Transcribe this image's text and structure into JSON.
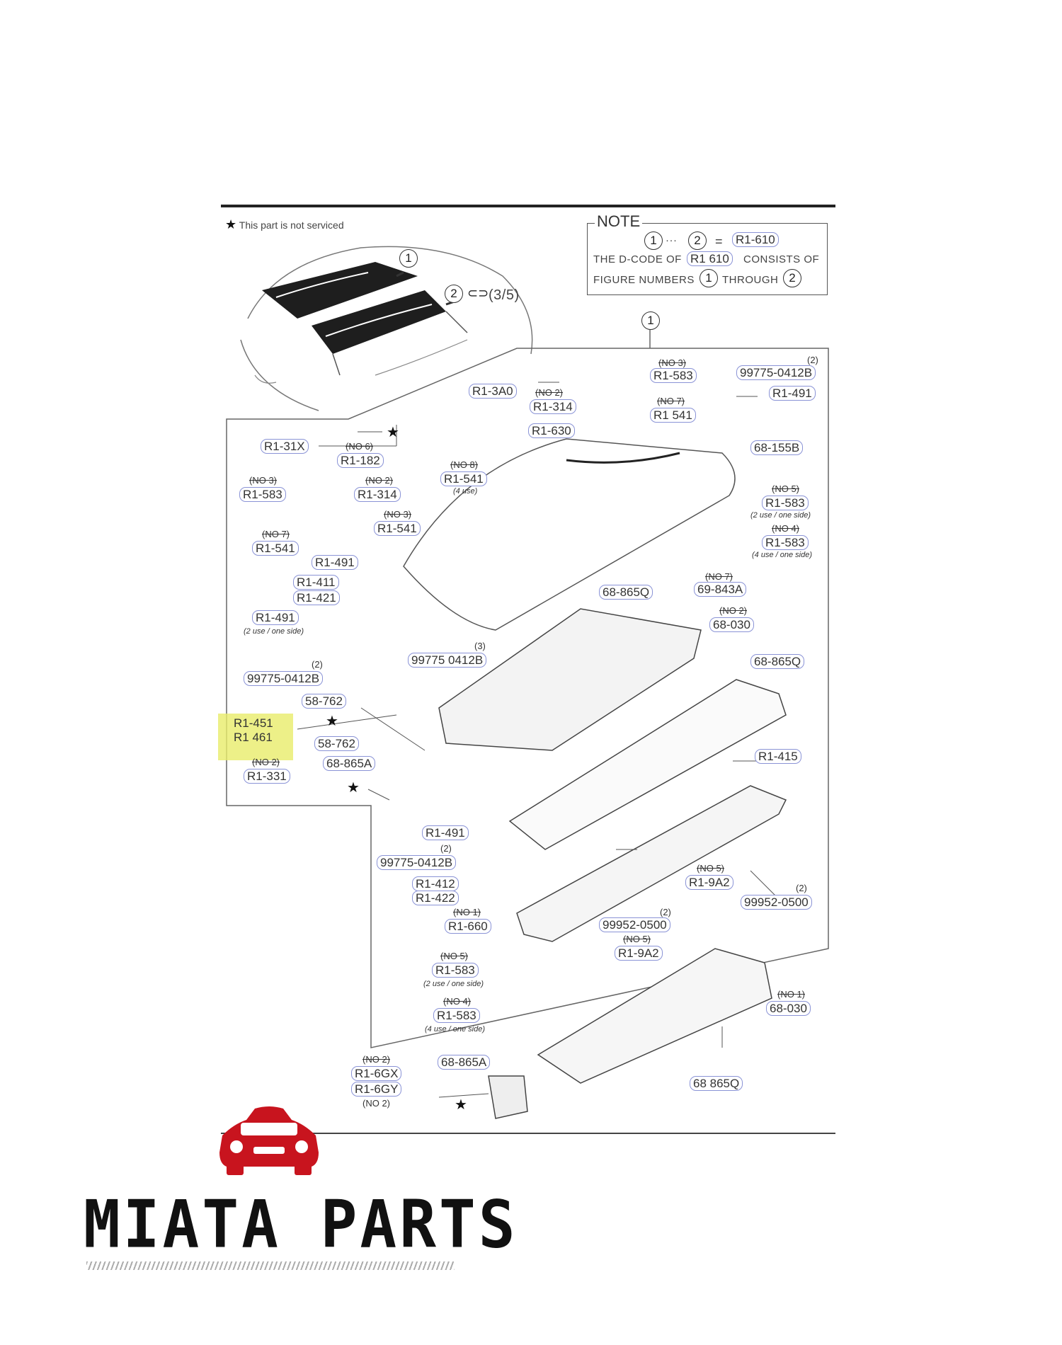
{
  "legend": {
    "star_symbol": "★",
    "star_text": "This part is not serviced"
  },
  "note": {
    "title": "NOTE",
    "line1_a": "1",
    "line1_dots": "···",
    "line1_b": "2",
    "line1_eq": "=",
    "line1_code": "R1-610",
    "line2_pre": "THE D-CODE OF",
    "line2_code": "R1 610",
    "line2_post": "CONSISTS OF",
    "line3_pre": "FIGURE NUMBERS",
    "line3_a": "1",
    "line3_mid": "THROUGH",
    "line3_b": "2"
  },
  "overview": {
    "callout1": "1",
    "callout2": "2",
    "callout2_ref": "(3/5)"
  },
  "main_callout": "1",
  "labels": [
    {
      "text": "R1-583",
      "sub": "(NO 3)"
    },
    {
      "text": "99775-0412B",
      "sub": "(2)"
    },
    {
      "text": "R1-491"
    },
    {
      "text": "R1-3A0"
    },
    {
      "text": "R1-314",
      "sub": "(NO 2)"
    },
    {
      "text": "R1 541",
      "sub": "(NO 7)"
    },
    {
      "text": "68-155B"
    },
    {
      "text": "R1-630"
    },
    {
      "text": "R1-31X"
    },
    {
      "text": "R1-182",
      "sub": "(NO 6)"
    },
    {
      "text": "R1-541",
      "sub": "(NO 8)",
      "note": "(4 use)"
    },
    {
      "text": "R1-583",
      "sub": "(NO 3)"
    },
    {
      "text": "R1-314",
      "sub": "(NO 2)"
    },
    {
      "text": "R1-541",
      "sub": "(NO 3)"
    },
    {
      "text": "R1-583",
      "sub": "(NO 5)",
      "note": "(2 use / one side)"
    },
    {
      "text": "R1-583",
      "sub": "(NO 4)",
      "note": "(4 use / one side)"
    },
    {
      "text": "R1-541",
      "sub": "(NO 7)"
    },
    {
      "text": "R1-491"
    },
    {
      "text": "69-843A",
      "sub": "(NO 7)"
    },
    {
      "text": "R1-411"
    },
    {
      "text": "R1-421"
    },
    {
      "text": "68-865Q"
    },
    {
      "text": "R1-491",
      "note": "(2 use / one side)"
    },
    {
      "text": "68-030",
      "sub": "(NO 2)"
    },
    {
      "text": "99775 0412B",
      "sub": "(3)"
    },
    {
      "text": "68-865Q"
    },
    {
      "text": "99775-0412B",
      "sub": "(2)"
    },
    {
      "text": "58-762"
    },
    {
      "text": "R1-451"
    },
    {
      "text": "R1 461"
    },
    {
      "text": "58-762"
    },
    {
      "text": "R1-415"
    },
    {
      "text": "R1-331",
      "sub": "(NO 2)"
    },
    {
      "text": "68-865A"
    },
    {
      "text": "R1-491"
    },
    {
      "text": "99775-0412B",
      "sub": "(2)"
    },
    {
      "text": "R1-412"
    },
    {
      "text": "R1-422"
    },
    {
      "text": "R1-9A2",
      "sub": "(NO 5)"
    },
    {
      "text": "99952-0500",
      "sub": "(2)"
    },
    {
      "text": "R1-660",
      "sub": "(NO 1)"
    },
    {
      "text": "99952-0500",
      "sub": "(2)"
    },
    {
      "text": "R1-9A2",
      "sub": "(NO 5)"
    },
    {
      "text": "R1-583",
      "sub": "(NO 5)",
      "note": "(2 use / one side)"
    },
    {
      "text": "68-030",
      "sub": "(NO 1)"
    },
    {
      "text": "R1-583",
      "sub": "(NO 4)",
      "note": "(4 use / one side)"
    },
    {
      "text": "R1-6GX",
      "sub": "(NO 2)"
    },
    {
      "text": "R1-6GY",
      "sub2": "(NO 2)"
    },
    {
      "text": "68-865A"
    },
    {
      "text": "68 865Q"
    }
  ],
  "stars": [
    "★",
    "★",
    "★",
    "★"
  ],
  "brand": {
    "name": "MIATA PARTS",
    "logo_color": "#c8141e"
  }
}
